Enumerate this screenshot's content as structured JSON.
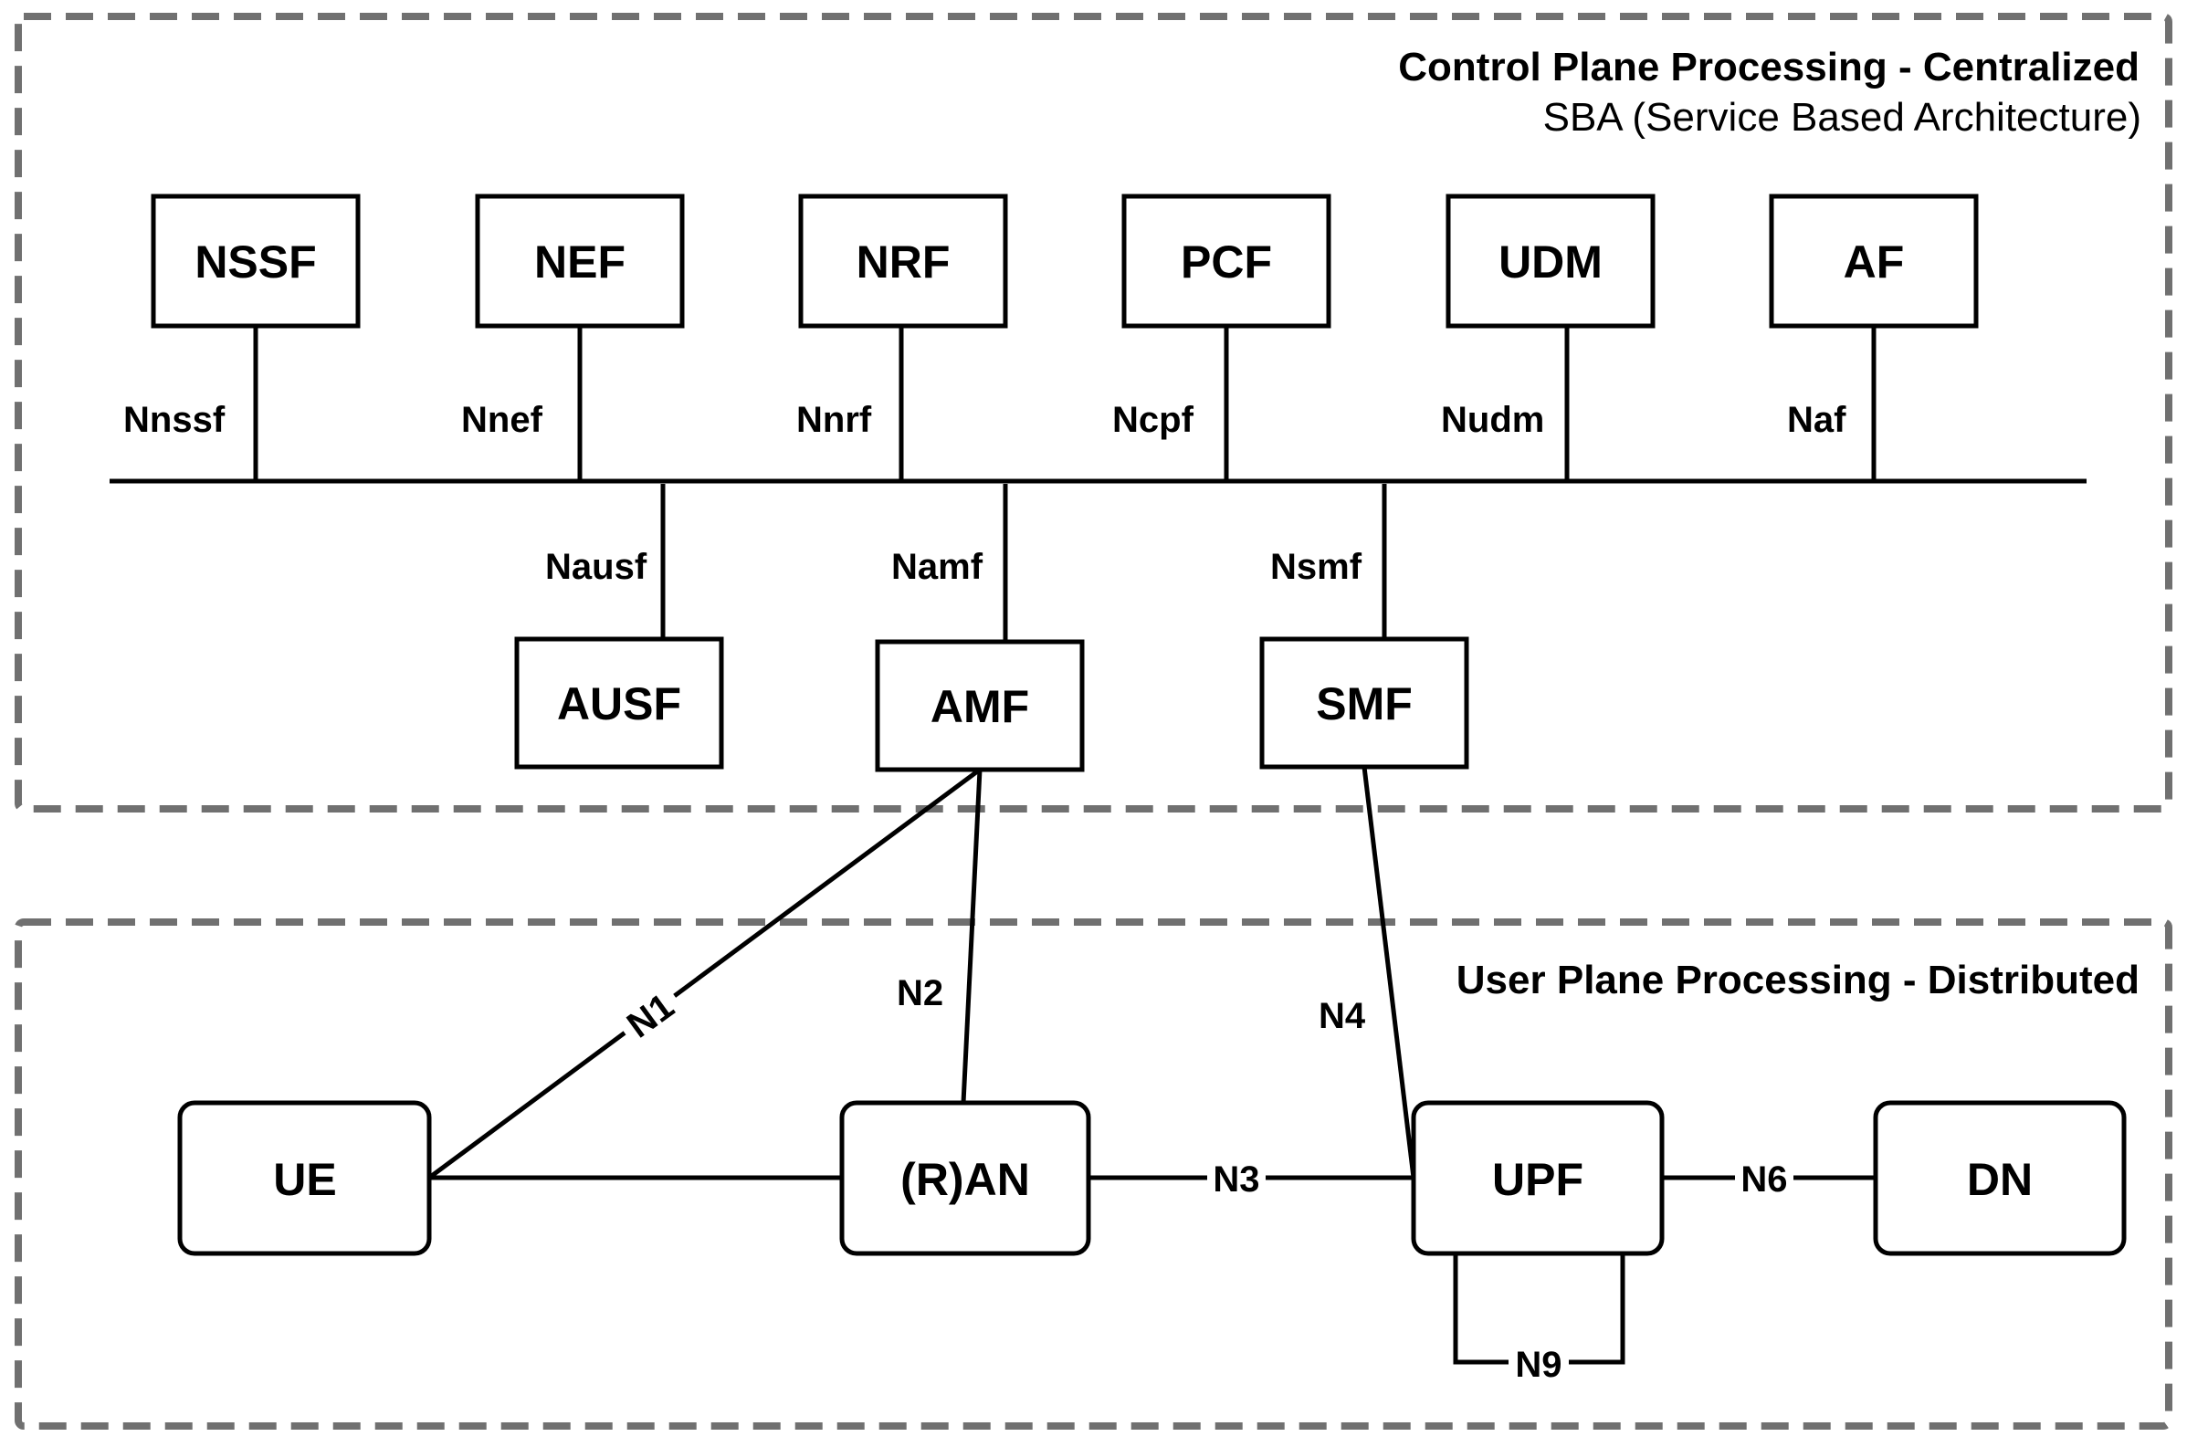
{
  "control_plane": {
    "title": "Control Plane Processing - Centralized",
    "subtitle": "SBA (Service Based Architecture)"
  },
  "user_plane": {
    "title": "User Plane Processing - Distributed"
  },
  "sba_functions": {
    "nssf": "NSSF",
    "nef": "NEF",
    "nrf": "NRF",
    "pcf": "PCF",
    "udm": "UDM",
    "af": "AF",
    "ausf": "AUSF",
    "amf": "AMF",
    "smf": "SMF"
  },
  "sba_interfaces": {
    "nssf": "Nnssf",
    "nef": "Nnef",
    "nrf": "Nnrf",
    "pcf": "Ncpf",
    "udm": "Nudm",
    "af": "Naf",
    "ausf": "Nausf",
    "amf": "Namf",
    "smf": "Nsmf"
  },
  "user_plane_nodes": {
    "ue": "UE",
    "ran": "(R)AN",
    "upf": "UPF",
    "dn": "DN"
  },
  "reference_points": {
    "n1": "N1",
    "n2": "N2",
    "n3": "N3",
    "n4": "N4",
    "n6": "N6",
    "n9": "N9"
  }
}
